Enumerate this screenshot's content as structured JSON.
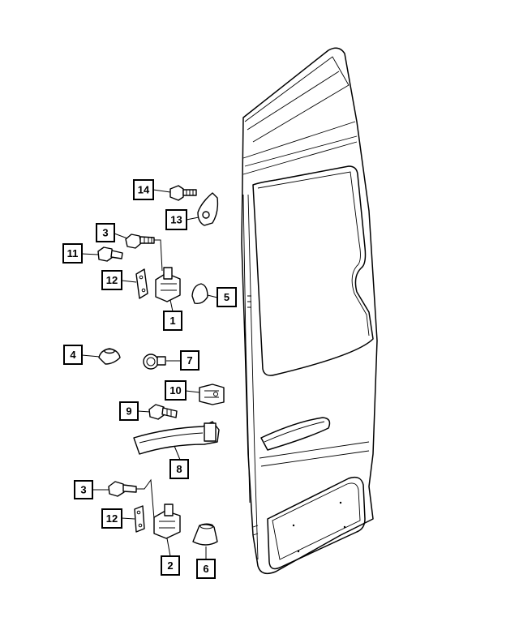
{
  "callouts": [
    {
      "id": "14",
      "label": "14"
    },
    {
      "id": "13",
      "label": "13"
    },
    {
      "id": "3a",
      "label": "3"
    },
    {
      "id": "11",
      "label": "11"
    },
    {
      "id": "12a",
      "label": "12"
    },
    {
      "id": "5",
      "label": "5"
    },
    {
      "id": "1",
      "label": "1"
    },
    {
      "id": "4",
      "label": "4"
    },
    {
      "id": "7",
      "label": "7"
    },
    {
      "id": "10",
      "label": "10"
    },
    {
      "id": "9",
      "label": "9"
    },
    {
      "id": "8",
      "label": "8"
    },
    {
      "id": "3b",
      "label": "3"
    },
    {
      "id": "12b",
      "label": "12"
    },
    {
      "id": "2",
      "label": "2"
    },
    {
      "id": "6",
      "label": "6"
    }
  ]
}
